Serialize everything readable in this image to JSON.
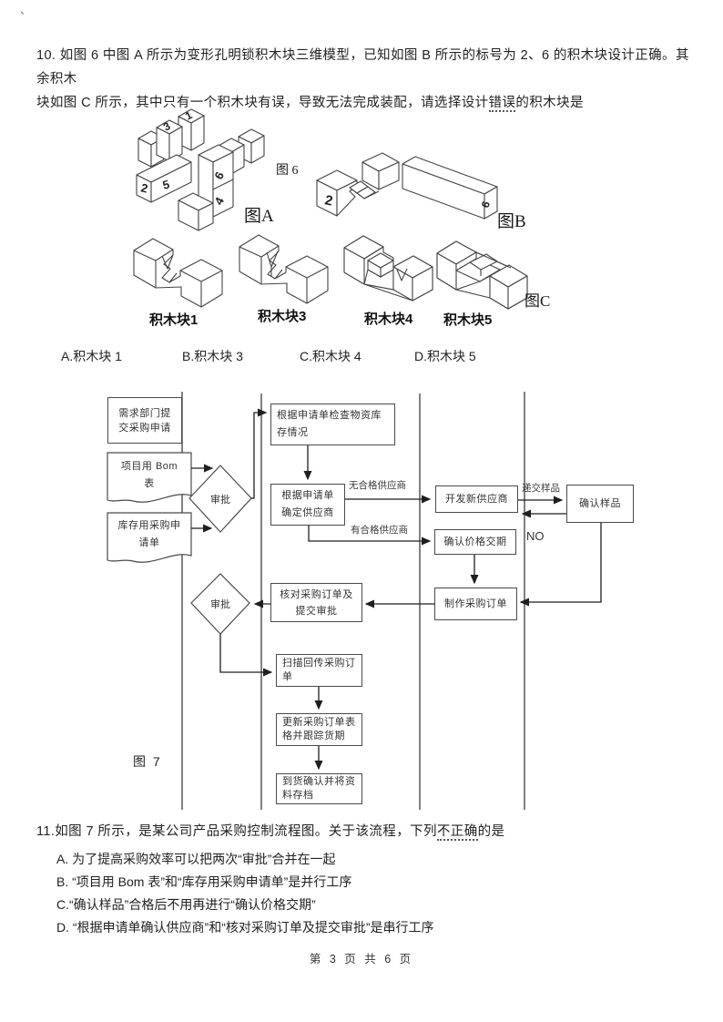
{
  "artifact": "、",
  "q10": {
    "line1": "10. 如图 6 中图 A 所示为变形孔明锁积木块三维模型，已知如图 B 所示的标号为 2、6 的积木块设计正确。其余积木",
    "line2_pre": "块如图 C 所示，其中只有一个积木块有误，导致无法完成装配，请选择设计",
    "line2_emph": "错误",
    "line2_post": "的积木块是",
    "options": [
      "A.积木块 1",
      "B.积木块 3",
      "C.积木块 4",
      "D.积木块 5"
    ]
  },
  "figure6": {
    "fig6": "图 6",
    "figA": "图A",
    "figB": "图B",
    "figC": "图C",
    "burr_numbers": [
      "1",
      "3",
      "2",
      "5",
      "6",
      "4"
    ],
    "pieceB2": "2",
    "pieceB6": "6",
    "block_labels": [
      "积木块1",
      "积木块3",
      "积木块4",
      "积木块5"
    ]
  },
  "flowchart": {
    "fig7": "图 7",
    "boxes": {
      "submit_request": {
        "l1": "需求部门提",
        "l2": "交采购申请"
      },
      "bom_doc": {
        "l1": "项目用 Bom",
        "l2": "表"
      },
      "stock_doc": {
        "l1": "库存用采购申",
        "l2": "请单"
      },
      "approve1": "审批",
      "check_stock": {
        "l1": "根据申请单检查物资库",
        "l2": "存情况"
      },
      "confirm_supplier": {
        "l1": "根据申请单",
        "l2": "确定供应商"
      },
      "develop_supplier": "开发新供应商",
      "confirm_sample": "确认样品",
      "confirm_price": "确认价格交期",
      "approve2": "审批",
      "verify_po": {
        "l1": "核对采购订单及",
        "l2": "提交审批"
      },
      "make_po": "制作采购订单",
      "scan_po": {
        "l1": "扫描回传采购订",
        "l2": "单"
      },
      "update_po": {
        "l1": "更新采购订单表",
        "l2": "格并跟踪货期"
      },
      "arrival_archive": {
        "l1": "到货确认并将资",
        "l2": "料存档"
      }
    },
    "labels": {
      "no_supplier": "无合格供应商",
      "has_supplier": "有合格供应商",
      "submit_sample": "递交样品",
      "no": "NO"
    }
  },
  "q11": {
    "lead_pre": "11.如图 7 所示，是某公司产品采购控制流程图。关于该流程，下列",
    "lead_emph": "不正确",
    "lead_post": "的是",
    "options": [
      "A. 为了提高采购效率可以把两次“审批”合并在一起",
      "B. “项目用 Bom 表”和“库存用采购申请单”是并行工序",
      "C.“确认样品”合格后不用再进行“确认价格交期”",
      "D. “根据申请单确认供应商”和“核对采购订单及提交审批”是串行工序"
    ]
  },
  "footer": "第 3 页 共 6 页"
}
